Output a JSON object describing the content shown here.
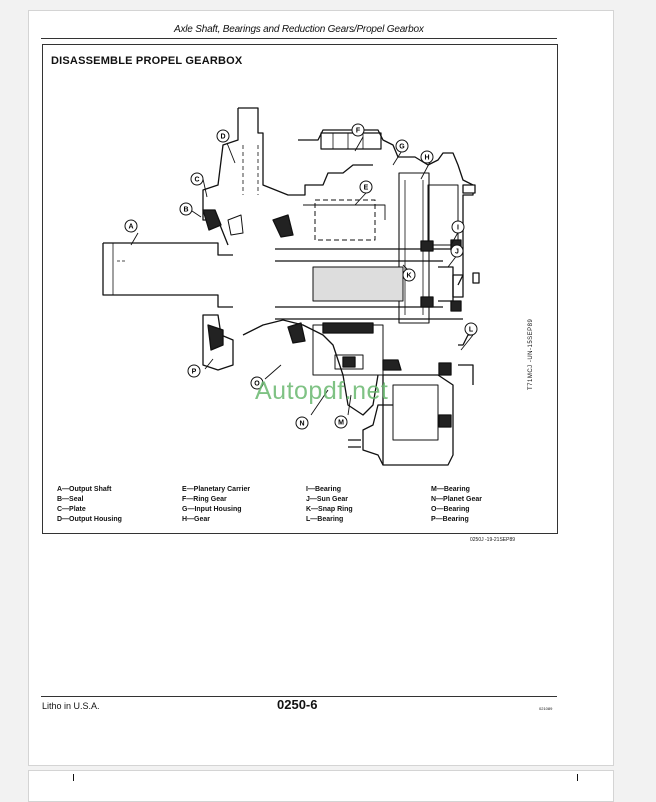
{
  "header": {
    "title": "Axle Shaft, Bearings and Reduction Gears/Propel Gearbox"
  },
  "section": {
    "title": "DISASSEMBLE PROPEL GEARBOX"
  },
  "diagram": {
    "callouts": [
      "A",
      "B",
      "C",
      "D",
      "E",
      "F",
      "G",
      "H",
      "I",
      "J",
      "K",
      "L",
      "M",
      "N",
      "O",
      "P"
    ],
    "side_ref": "T71MCJ  -UN-15SEP89",
    "watermark": "Autopdf.net"
  },
  "legend": {
    "col1": [
      "A—Output Shaft",
      "B—Seal",
      "C—Plate",
      "D—Output Housing"
    ],
    "col2": [
      "E—Planetary Carrier",
      "F—Ring Gear",
      "G—Input Housing",
      "H—Gear"
    ],
    "col3": [
      "I—Bearing",
      "J—Sun Gear",
      "K—Snap Ring",
      "L—Bearing"
    ],
    "col4": [
      "M—Bearing",
      "N—Planet Gear",
      "O—Bearing",
      "P—Bearing"
    ]
  },
  "figure_ref": "0250J     -19-21SEP89",
  "footer": {
    "left": "Litho in U.S.A.",
    "center": "0250-6",
    "right": "021089"
  }
}
